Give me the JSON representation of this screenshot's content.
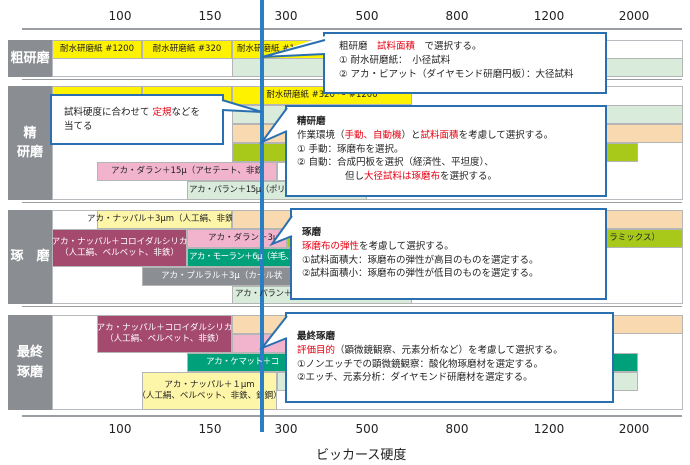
{
  "axis": {
    "ticks": [
      "100",
      "150",
      "300",
      "500",
      "800",
      "1200",
      "2000"
    ],
    "title": "ビッカース硬度"
  },
  "colors": {
    "accent_line": "#2a7fc4",
    "callout_border": "#2a6fb0",
    "highlight": "#e60012"
  },
  "sections": {
    "coarse": {
      "label": "粗研磨",
      "bars": [
        "耐水研磨紙 #1200",
        "耐水研磨紙 #320",
        "耐水研磨紙 #1"
      ]
    },
    "fine": {
      "label1": "精",
      "label2": "研磨",
      "bars": [
        "耐水研磨紙 #320 ～ #1200",
        "アカ・ダラン＋15μ（アセテート、非鉄",
        "アカ・パラン＋15μ（ポリ"
      ]
    },
    "polish": {
      "label": "琢　磨",
      "bars": [
        "アカ・ナッパル＋3μm（人工絹、非鉄）",
        "アカ・ナッパル＋コロイダルシリカ",
        "（人工絹、ベルベット、非鉄）",
        "アカ・ダラン＋3μ",
        "アカ・モーラン＋6μ（羊毛、大",
        "アカ・プルラル＋3μ（カール状",
        "アカ・パラン＋",
        "ラミックス）"
      ]
    },
    "final": {
      "label1": "最終",
      "label2": "琢磨",
      "bars": [
        "アカ・ナッパル＋コロイダルシリカ",
        "（人工絹、ベルベット、非鉄）",
        "アカ・ケマット＋コ",
        "アカ・ナッパル＋１μm",
        "（人工絹、ベルベット、非鉄、鉄鋼）"
      ]
    }
  },
  "callouts": {
    "coarse": {
      "title": "粗研磨　",
      "key": "試料面積",
      "tail": "　で選択する。",
      "l1": "① 耐水研磨紙：　小径試料",
      "l2": "② アカ・ビアット（ダイヤモンド研磨円板）：大径試料"
    },
    "hardness": {
      "pre": "試料硬度に合わせて ",
      "key": "定規",
      "post": "などを",
      "l2": "当てる"
    },
    "fine": {
      "title": "精研磨",
      "a": "作業環境（",
      "k1": "手動、自動機",
      "b": "）と",
      "k2": "試料面積",
      "c": "を考慮して選択する。",
      "l1": "① 手動：琢磨布を選択。",
      "l2": "② 自動：合成円板を選択（経済性、平坦度）、",
      "l3a": "但し",
      "l3k": "大径試料は琢磨布",
      "l3b": "を選択する。"
    },
    "polish": {
      "title": "琢磨",
      "k": "琢磨布の弾性",
      "t": "を考慮して選択する。",
      "l1": "①試料面積大：琢磨布の弾性が高目のものを選定する。",
      "l2": "②試料面積小：琢磨布の弾性が低目のものを選定する。"
    },
    "final": {
      "title": "最終琢磨",
      "k": "評価目的",
      "t": "（顕微鏡観察、元素分析など）を考慮して選択する。",
      "l1": "①ノンエッチでの顕微鏡観察：酸化物琢磨材を選定する。",
      "l2": "②エッチ、元素分析：ダイヤモンド研磨材を選定する。"
    }
  }
}
